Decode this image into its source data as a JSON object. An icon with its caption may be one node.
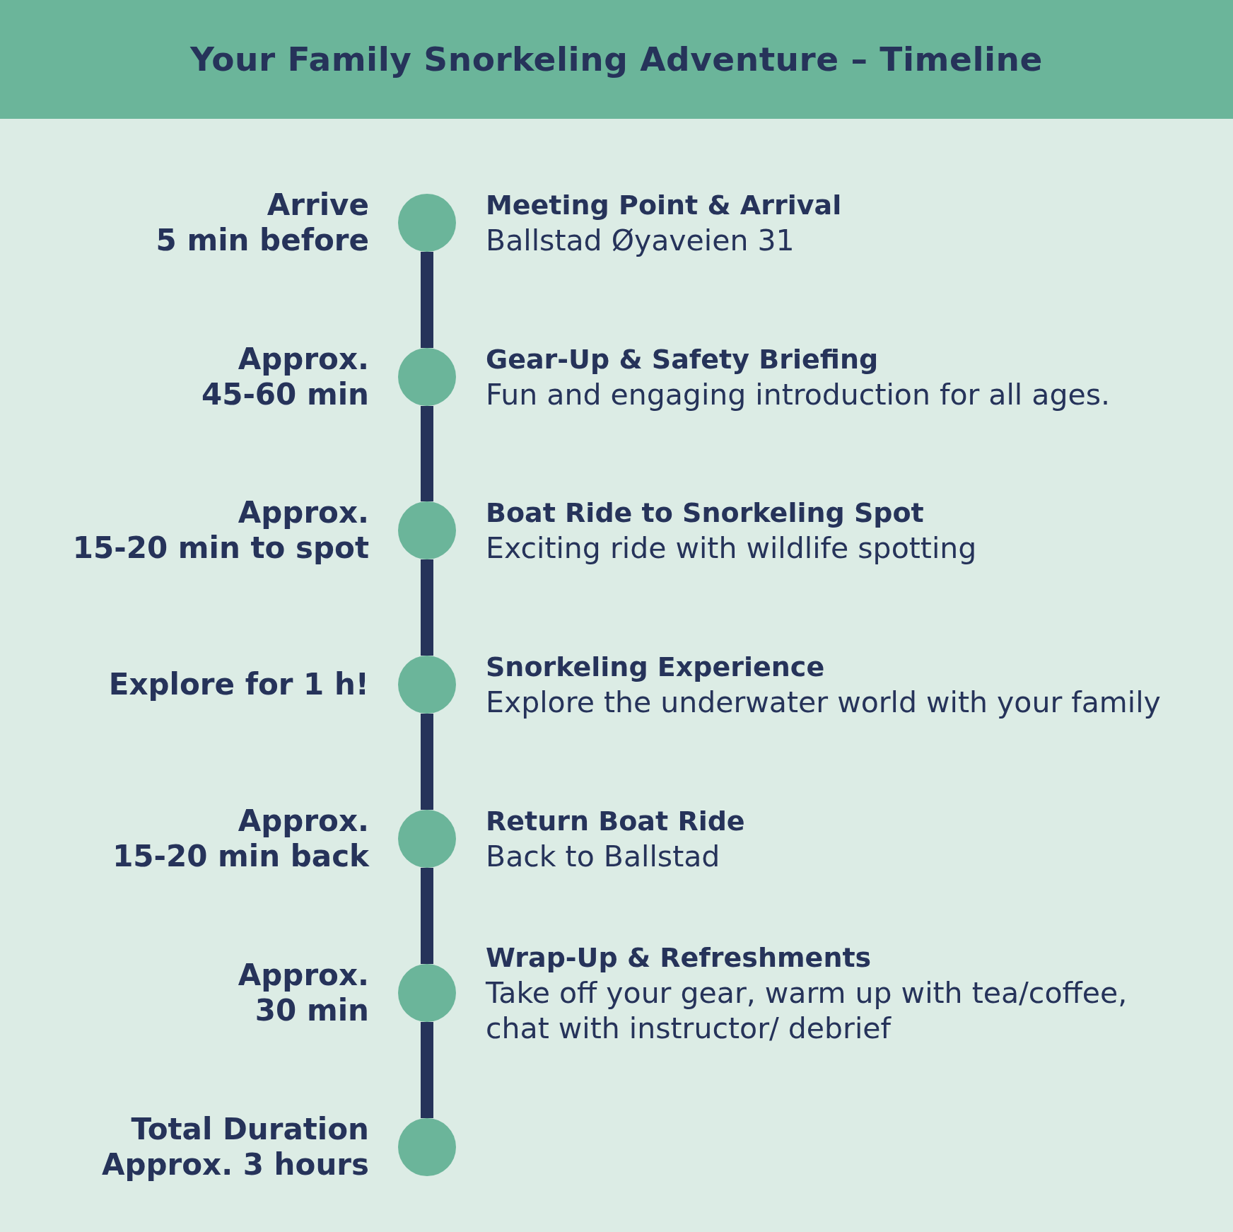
{
  "diagram": {
    "title": "Your Family Snorkeling Adventure – Timeline",
    "nodes": [
      {
        "text": [],
        "shape": "circle",
        "beside": [
          "Arrive 5 min before",
          "Meeting Point & Arrival",
          "Ballstad Øyaveien 31"
        ]
      },
      {
        "text": [],
        "shape": "circle",
        "beside": [
          "Approx. 45-60 min",
          "Gear-Up & Safety Briefing",
          "Fun and engaging introduction for all ages."
        ]
      },
      {
        "text": [],
        "shape": "circle",
        "beside": [
          "Approx. 15-20 min to spot",
          "Boat Ride to Snorkeling Spot",
          "Exciting ride with wildlife spotting"
        ]
      },
      {
        "text": [],
        "shape": "circle",
        "beside": [
          "Explore for 1 h!",
          "Snorkeling Experience",
          "Explore the underwater world with your family"
        ]
      },
      {
        "text": [],
        "shape": "circle",
        "beside": [
          "Approx. 15-20 min back",
          "Return Boat Ride",
          "Back to Ballstad"
        ]
      },
      {
        "text": [],
        "shape": "circle",
        "beside": [
          "Approx. 30 min",
          "Wrap-Up & Refreshments",
          "Take off your gear, warm up with tea/coffee, chat with instructor/ debrief"
        ]
      },
      {
        "text": [],
        "shape": "circle",
        "beside": [
          "Total Duration Approx. 3 hours"
        ]
      }
    ],
    "edges": [
      {
        "from": 0,
        "to": 1,
        "arrow": "none"
      },
      {
        "from": 1,
        "to": 2,
        "arrow": "none"
      },
      {
        "from": 2,
        "to": 3,
        "arrow": "none"
      },
      {
        "from": 3,
        "to": 4,
        "arrow": "none"
      },
      {
        "from": 4,
        "to": 5,
        "arrow": "none"
      },
      {
        "from": 5,
        "to": 6,
        "arrow": "none"
      }
    ]
  }
}
